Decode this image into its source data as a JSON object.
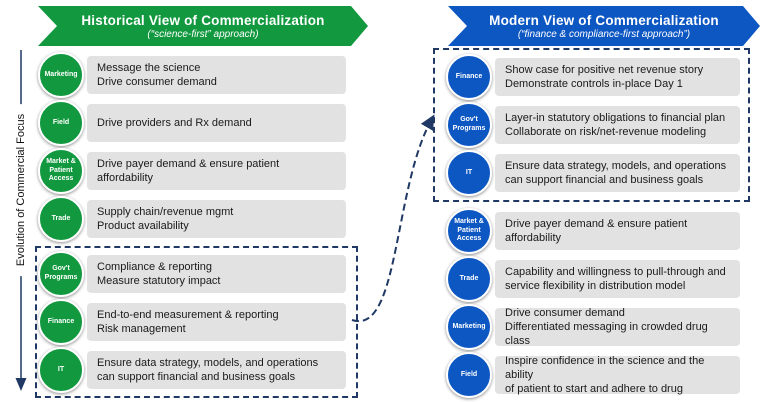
{
  "axis": {
    "label": "Evolution of Commercial Focus"
  },
  "colors": {
    "green": "#12993F",
    "blue": "#0D57C3",
    "navy": "#1F3864",
    "bar": "#E2E2E2"
  },
  "historical": {
    "title": "Historical View of Commercialization",
    "subtitle": "(“science-first” approach)",
    "rows": [
      {
        "badge": "Marketing",
        "text": "Message the science\nDrive consumer demand"
      },
      {
        "badge": "Field",
        "text": "Drive providers and Rx demand"
      },
      {
        "badge": "Market & Patient Access",
        "text": "Drive payer demand & ensure patient\naffordability"
      },
      {
        "badge": "Trade",
        "text": "Supply chain/revenue mgmt\nProduct availability"
      },
      {
        "badge": "Gov't Programs",
        "text": "Compliance & reporting\nMeasure statutory impact"
      },
      {
        "badge": "Finance",
        "text": "End-to-end measurement & reporting\nRisk management"
      },
      {
        "badge": "IT",
        "text": "Ensure data strategy, models, and operations\ncan support financial and business goals"
      }
    ]
  },
  "modern": {
    "title": "Modern View of Commercialization",
    "subtitle": "(“finance & compliance-first approach”)",
    "rows": [
      {
        "badge": "Finance",
        "text": "Show case for positive net revenue story\nDemonstrate controls in-place Day 1"
      },
      {
        "badge": "Gov't Programs",
        "text": "Layer-in statutory obligations to financial plan\nCollaborate on risk/net-revenue modeling"
      },
      {
        "badge": "IT",
        "text": "Ensure data strategy, models, and operations\ncan support financial and business goals"
      },
      {
        "badge": "Market & Patient Access",
        "text": "Drive payer demand & ensure patient\naffordability"
      },
      {
        "badge": "Trade",
        "text": "Capability and willingness to pull-through and\nservice flexibility in distribution model"
      },
      {
        "badge": "Marketing",
        "text": "Drive consumer demand\nDifferentiated messaging in crowded drug class"
      },
      {
        "badge": "Field",
        "text": "Inspire confidence in the science and the ability\nof patient to start and adhere to drug"
      }
    ]
  }
}
